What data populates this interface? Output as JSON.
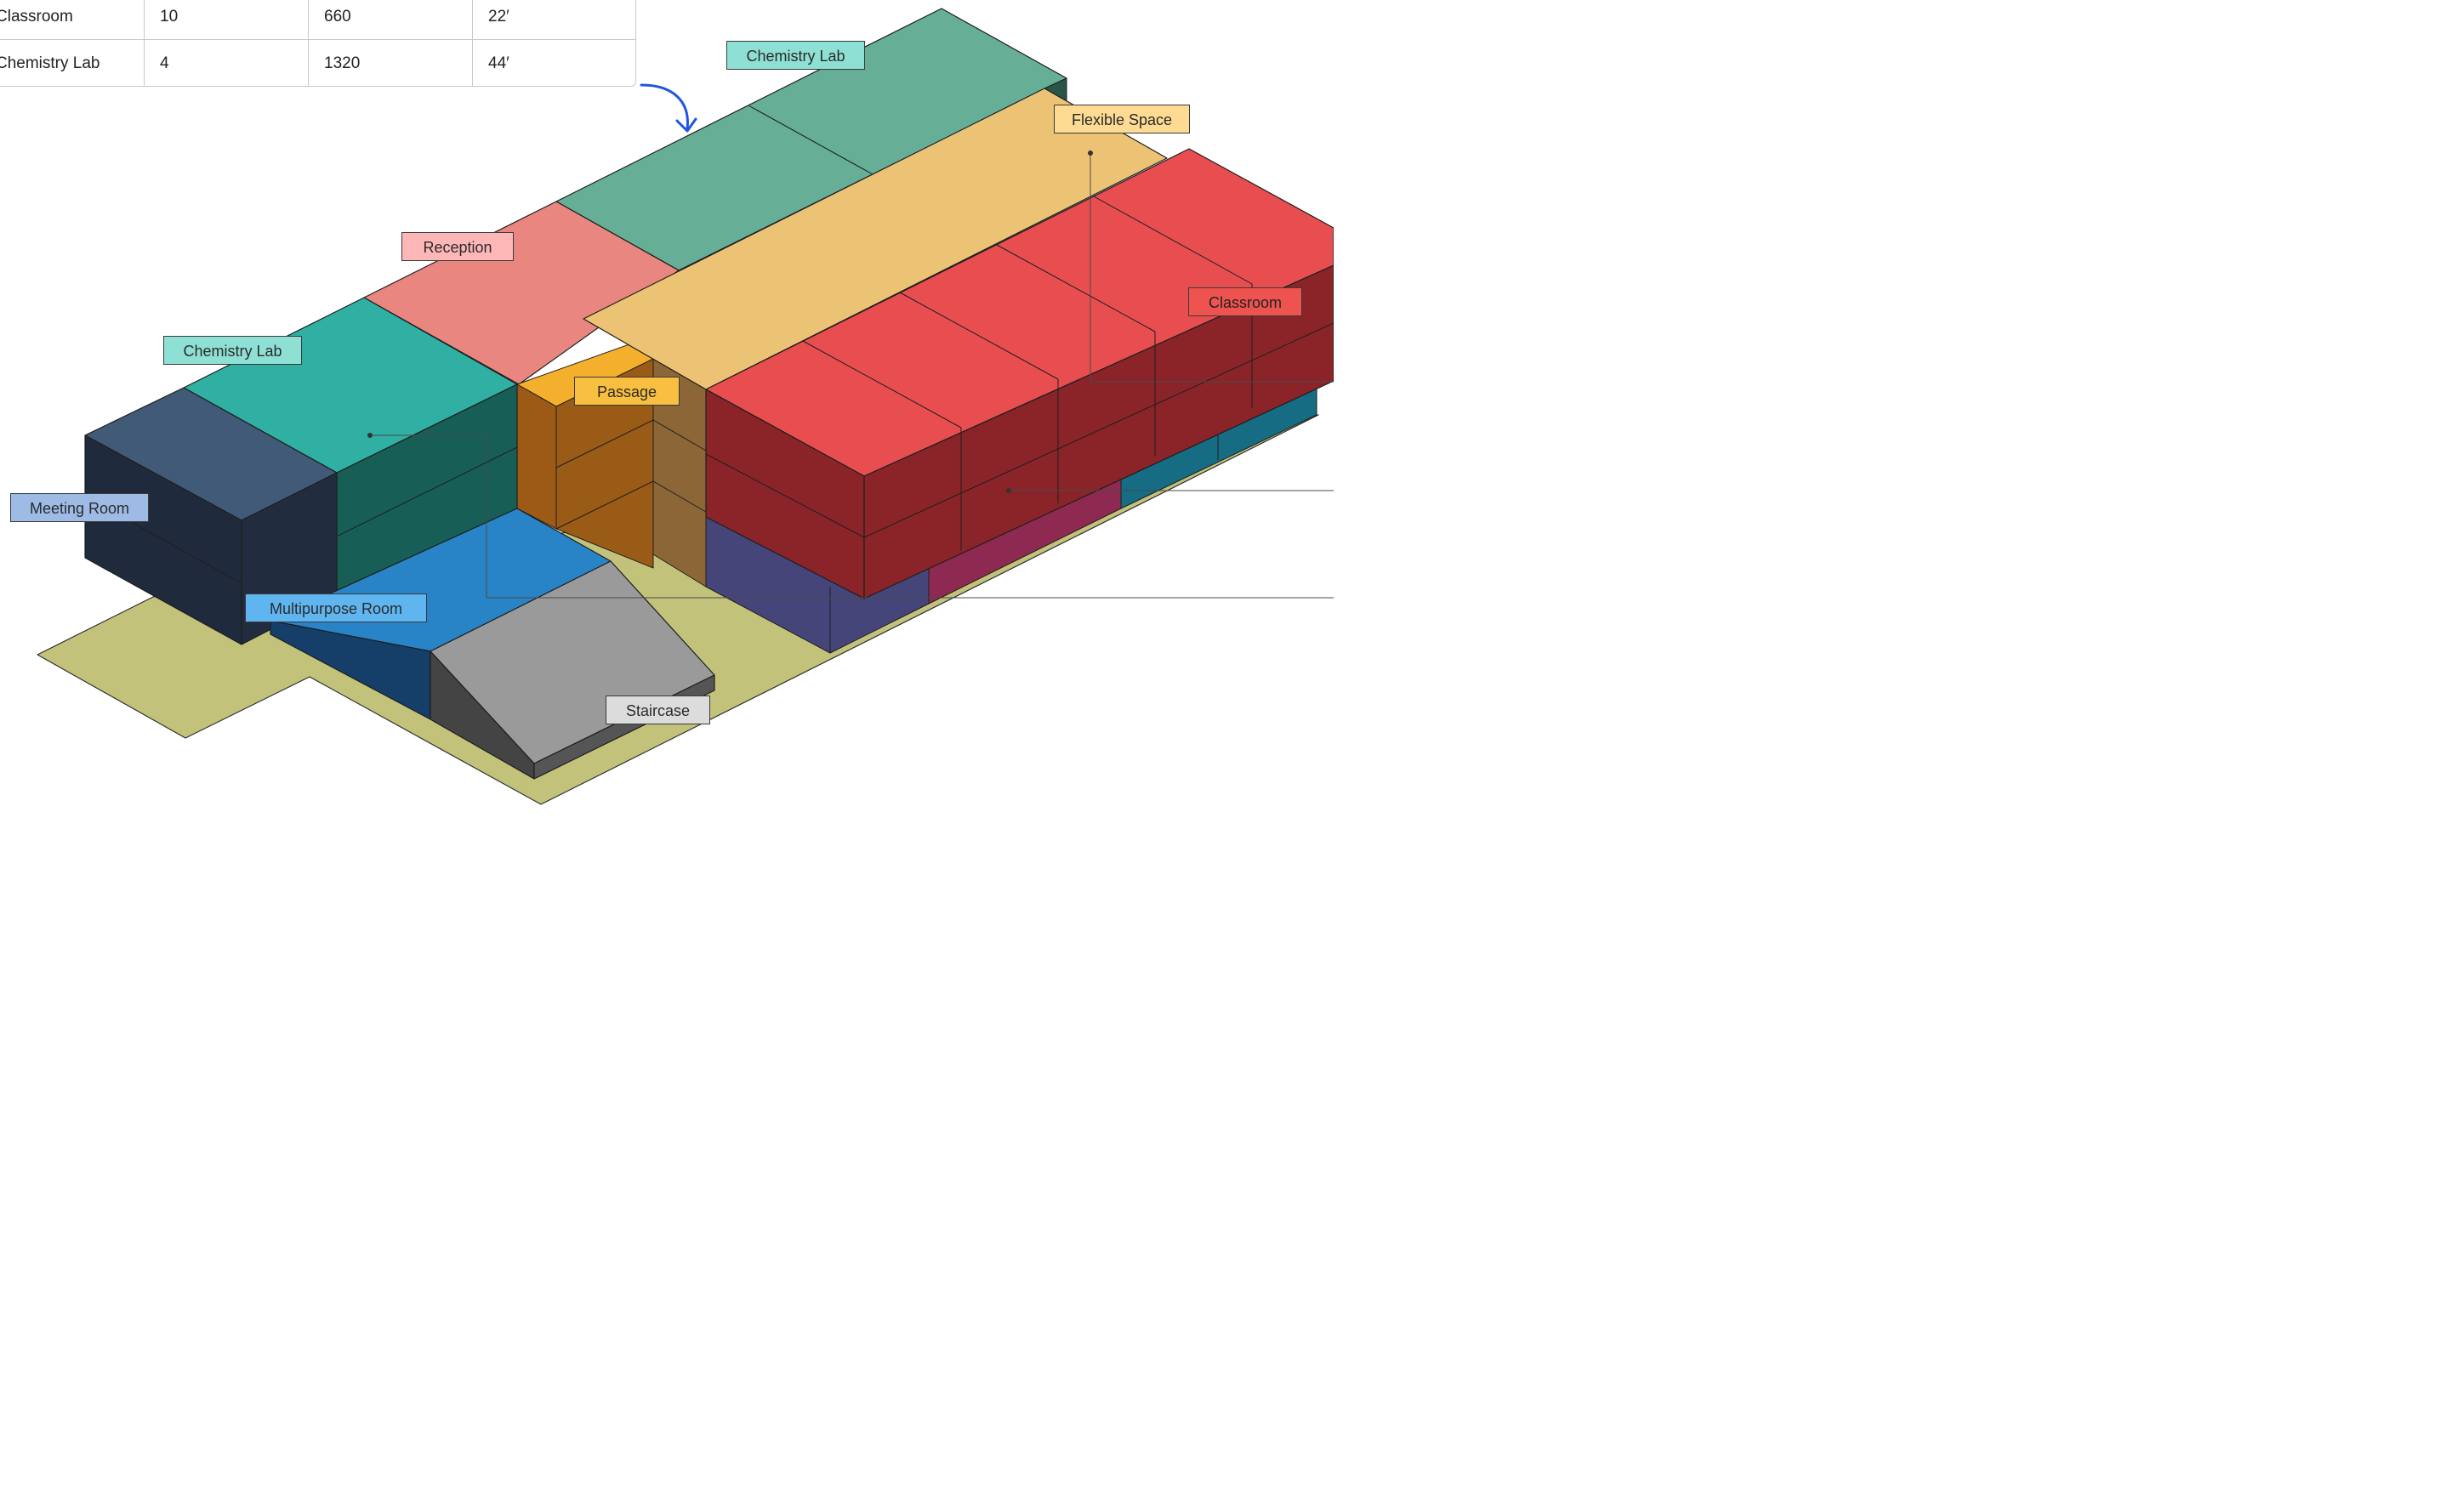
{
  "table": {
    "rows": [
      [
        "Classroom",
        "10",
        "660",
        "22′"
      ],
      [
        "Chemistry Lab",
        "4",
        "1320",
        "44′"
      ]
    ]
  },
  "labels": {
    "chemistry_lab_top": "Chemistry Lab",
    "flexible_space": "Flexible Space",
    "reception": "Reception",
    "chemistry_lab_left": "Chemistry Lab",
    "passage": "Passage",
    "classroom": "Classroom",
    "meeting_room": "Meeting Room",
    "multipurpose_room": "Multipurpose Room",
    "staircase": "Staircase"
  },
  "colors": {
    "site": "#c2c27b",
    "chemistry_lab": "#66ae95",
    "chemistry_lab_teal": "#2fb0a3",
    "reception": "#e8867f",
    "flexible_space": "#ecc374",
    "classroom_top": "#e84e50",
    "classroom_side": "#8a2429",
    "passage": "#f4b02c",
    "meeting_room": "#415a78",
    "multipurpose_room": "#2884c7",
    "staircase": "#9a9a9a",
    "arrow": "#1e56e0"
  }
}
